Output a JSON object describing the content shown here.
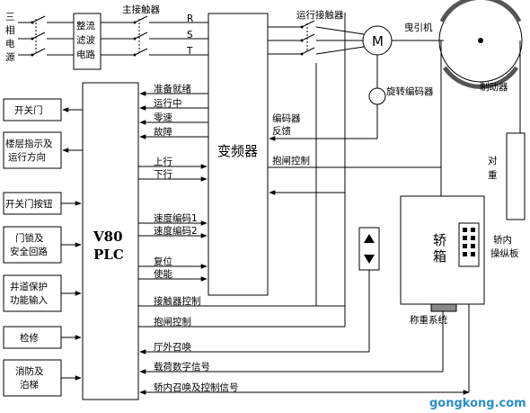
{
  "power": {
    "label": [
      "三",
      "相",
      "电",
      "源"
    ]
  },
  "rectifier": {
    "label": [
      "整流",
      "滤波",
      "电路"
    ]
  },
  "main_contactor": "主接触器",
  "phases": [
    "R",
    "S",
    "T"
  ],
  "run_contactor": "运行接触器",
  "motor": "M",
  "traction_machine": "曳引机",
  "encoder": "旋转编码器",
  "brake": "制动器",
  "inverter": "变频器",
  "inverter_outputs": [
    "准备就绪",
    "运行中",
    "零速",
    "故障"
  ],
  "encoder_feedback": [
    "编码器",
    "反馈"
  ],
  "brake_control_inv": "抱闸控制",
  "counterweight": [
    "对",
    "重"
  ],
  "plc": [
    "V80",
    "PLC"
  ],
  "plc_to_inv": [
    "上行",
    "下行",
    "速度编码1",
    "速度编码2",
    "复位",
    "使能"
  ],
  "plc_signals": [
    "接触器控制",
    "抱闸控制",
    "厅外召唤",
    "载荷数字信号",
    "轿内召唤及控制信号"
  ],
  "left_boxes": [
    [
      "开关门"
    ],
    [
      "楼层指示及",
      "运行方向"
    ],
    [
      "开关门按钮"
    ],
    [
      "门锁及",
      "安全回路"
    ],
    [
      "井道保护",
      "功能输入"
    ],
    [
      "检修"
    ],
    [
      "消防及",
      "泊梯"
    ]
  ],
  "car": [
    "轿",
    "箱"
  ],
  "car_panel": [
    "轿内",
    "操纵板"
  ],
  "weighing": "称重系统",
  "watermark": {
    "text": "gongkong.com",
    "color": "#2a8fc9"
  }
}
